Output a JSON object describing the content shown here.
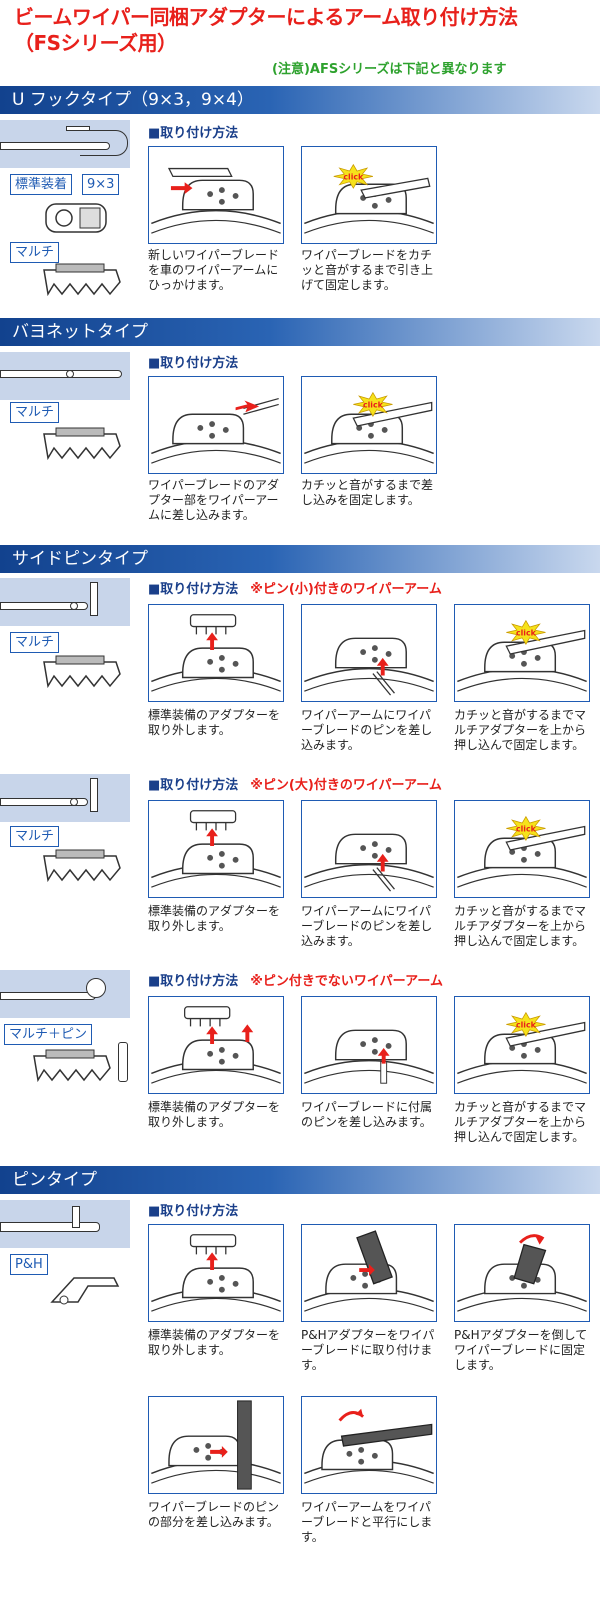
{
  "header": {
    "title_line1": "ビームワイパー同梱アダプターによるアーム取り付け方法",
    "title_line2": "（FSシリーズ用）",
    "note": "(注意)AFSシリーズは下記と異なります"
  },
  "colors": {
    "title_red": "#e8201b",
    "note_green": "#2ea22e",
    "band_blue": "#12428e",
    "panel_border": "#1f5bb3",
    "arrow_red": "#e8201b",
    "click_yellow": "#f6e21b"
  },
  "common": {
    "howto_label": "■取り付け方法"
  },
  "sections": [
    {
      "band": "U フックタイプ（9×3，9×4）",
      "tags": [
        "標準装着",
        "9×3",
        "マルチ"
      ],
      "captions": [
        "新しいワイパーブレードを車のワイパーアームにひっかけます。",
        "ワイパーブレードをカチッと音がするまで引き上げて固定します。"
      ]
    },
    {
      "band": "バヨネットタイプ",
      "tags": [
        "マルチ"
      ],
      "captions": [
        "ワイパーブレードのアダプター部をワイパーアームに差し込みます。",
        "カチッと音がするまで差し込みを固定します。"
      ]
    },
    {
      "band": "サイドピンタイプ",
      "groups": [
        {
          "warn": "※ピン(小)付きのワイパーアーム",
          "tags": [
            "マルチ"
          ],
          "captions": [
            "標準装備のアダプターを取り外します。",
            "ワイパーアームにワイパーブレードのピンを差し込みます。",
            "カチッと音がするまでマルチアダプターを上から押し込んで固定します。"
          ]
        },
        {
          "warn": "※ピン(大)付きのワイパーアーム",
          "tags": [
            "マルチ"
          ],
          "captions": [
            "標準装備のアダプターを取り外します。",
            "ワイパーアームにワイパーブレードのピンを差し込みます。",
            "カチッと音がするまでマルチアダプターを上から押し込んで固定します。"
          ]
        },
        {
          "warn": "※ピン付きでないワイパーアーム",
          "tags": [
            "マルチ＋ピン"
          ],
          "captions": [
            "標準装備のアダプターを取り外します。",
            "ワイパーブレードに付属のピンを差し込みます。",
            "カチッと音がするまでマルチアダプターを上から押し込んで固定します。"
          ]
        }
      ]
    },
    {
      "band": "ピンタイプ",
      "tags": [
        "P&H"
      ],
      "captions": [
        "標準装備のアダプターを取り外します。",
        "P&Hアダプターをワイパーブレードに取り付けます。",
        "P&Hアダプターを倒してワイパーブレードに固定します。",
        "ワイパーブレードのピンの部分を差し込みます。",
        "ワイパーアームをワイパーブレードと平行にします。"
      ]
    }
  ],
  "click_label": "click"
}
